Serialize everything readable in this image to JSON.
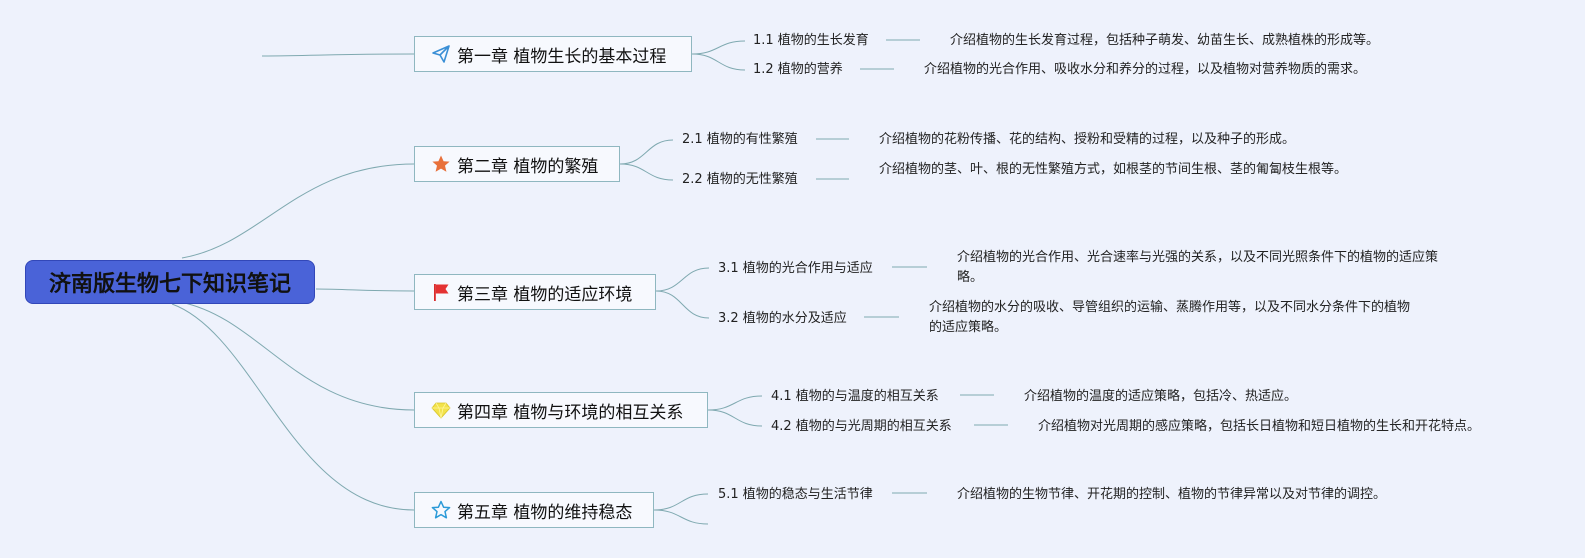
{
  "root": {
    "title": "济南版生物七下知识笔记"
  },
  "chapters": [
    {
      "title": "第一章 植物生长的基本过程",
      "icon": "paper-plane-icon",
      "topics": [
        {
          "label": "1.1 植物的生长发育",
          "desc": "介绍植物的生长发育过程，包括种子萌发、幼苗生长、成熟植株的形成等。"
        },
        {
          "label": "1.2 植物的营养",
          "desc": "介绍植物的光合作用、吸收水分和养分的过程，以及植物对营养物质的需求。"
        }
      ]
    },
    {
      "title": "第二章 植物的繁殖",
      "icon": "star-icon",
      "topics": [
        {
          "label": "2.1 植物的有性繁殖",
          "desc": "介绍植物的花粉传播、花的结构、授粉和受精的过程，以及种子的形成。"
        },
        {
          "label": "2.2 植物的无性繁殖",
          "desc": "介绍植物的茎、叶、根的无性繁殖方式，如根茎的节间生根、茎的匍匐枝生根等。"
        }
      ]
    },
    {
      "title": "第三章 植物的适应环境",
      "icon": "flag-icon",
      "topics": [
        {
          "label": "3.1 植物的光合作用与适应",
          "desc": "介绍植物的光合作用、光合速率与光强的关系，以及不同光照条件下的植物的适应策略。"
        },
        {
          "label": "3.2 植物的水分及适应",
          "desc": "介绍植物的水分的吸收、导管组织的运输、蒸腾作用等，以及不同水分条件下的植物的适应策略。"
        }
      ]
    },
    {
      "title": "第四章 植物与环境的相互关系",
      "icon": "diamond-icon",
      "topics": [
        {
          "label": "4.1 植物的与温度的相互关系",
          "desc": "介绍植物的温度的适应策略，包括冷、热适应。"
        },
        {
          "label": "4.2 植物的与光周期的相互关系",
          "desc": "介绍植物对光周期的感应策略，包括长日植物和短日植物的生长和开花特点。"
        }
      ]
    },
    {
      "title": "第五章 植物的维持稳态",
      "icon": "star-outline-icon",
      "topics": [
        {
          "label": "5.1 植物的稳态与生活节律",
          "desc": "介绍植物的生物节律、开花期的控制、植物的节律异常以及对节律的调控。"
        }
      ]
    }
  ]
}
